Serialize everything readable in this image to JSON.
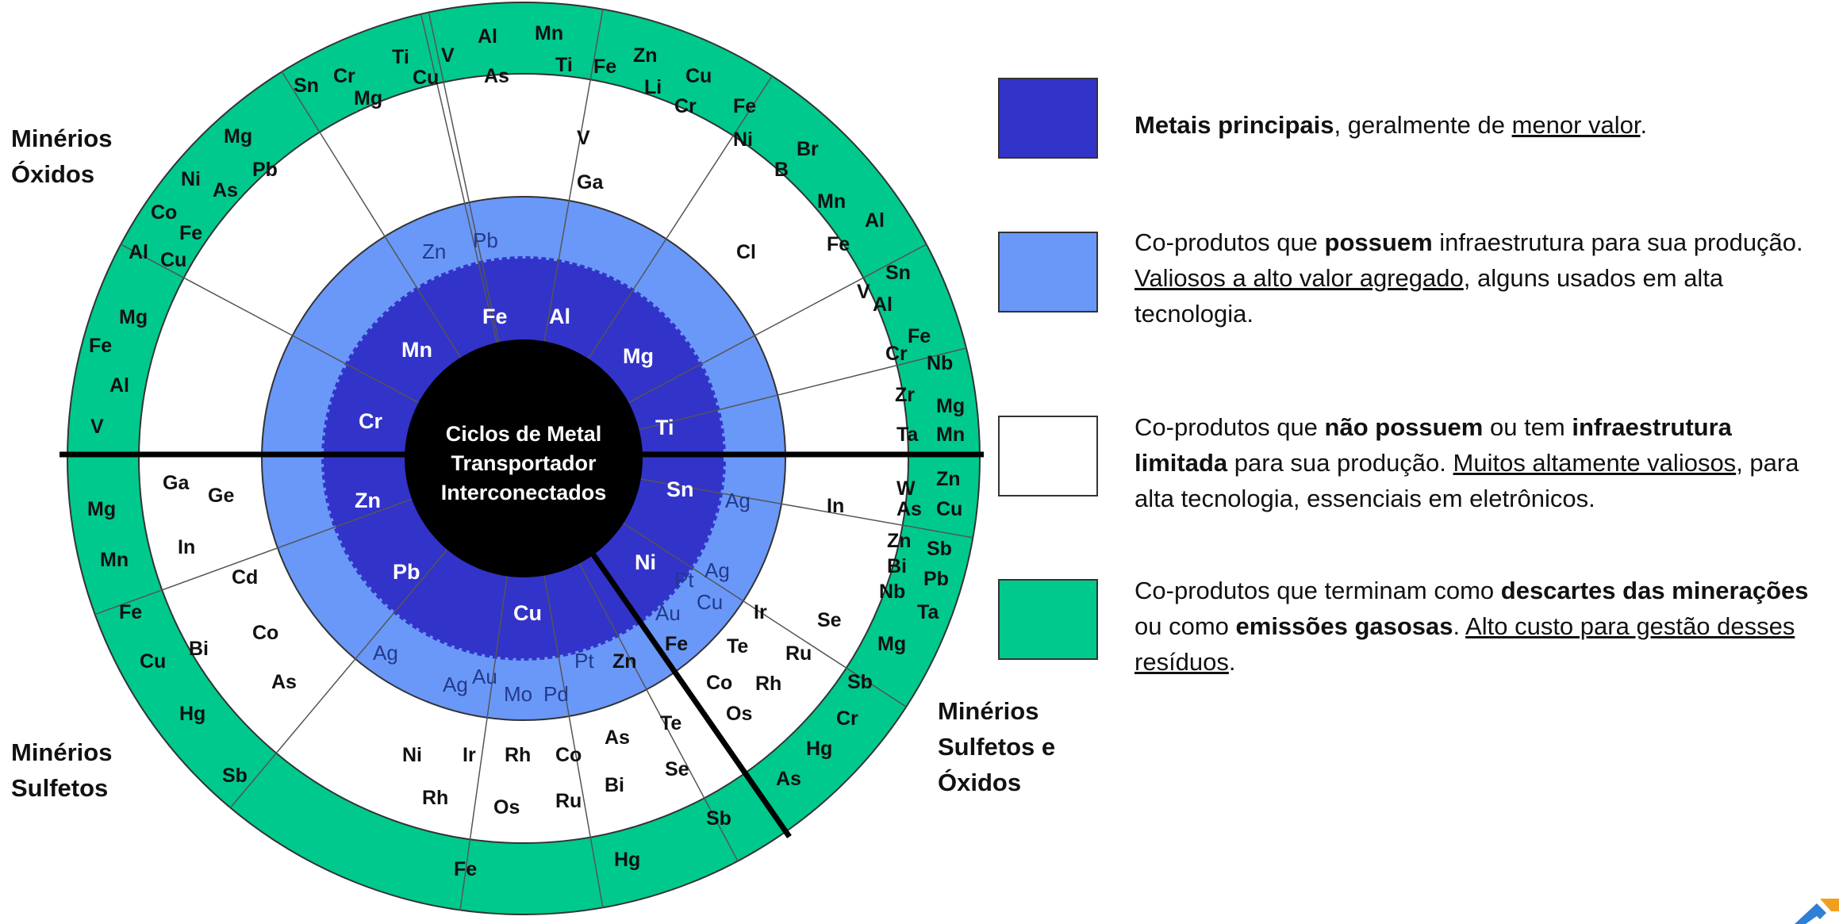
{
  "center": {
    "lines": [
      "Ciclos de Metal",
      "Transportador",
      "Interconectados"
    ]
  },
  "colors": {
    "main": "#3233c9",
    "coproduct_infra": "#6a98f8",
    "coproduct_limited": "#ffffff",
    "residue": "#00c98d",
    "core": "#000000"
  },
  "regions": {
    "oxides": [
      "Minérios",
      "Óxidos"
    ],
    "sulfides": [
      "Minérios",
      "Sulfetos"
    ],
    "sulfides_oxides": [
      "Minérios",
      "Sulfetos e",
      "Óxidos"
    ]
  },
  "wheel": {
    "main_metals": [
      "Fe",
      "Al",
      "Mg",
      "Ti",
      "Sn",
      "Ni",
      "Cu",
      "Pb",
      "Zn",
      "Cr",
      "Mn"
    ],
    "light_ring": [
      "Zn",
      "Pb",
      "Ag",
      "Ag",
      "Pt",
      "Au",
      "Cu",
      "Fe",
      "Pt",
      "Zn",
      "Ag",
      "Au",
      "Mo",
      "Pd",
      "Ag"
    ],
    "white_ring": [
      "V",
      "Ga",
      "Cl",
      "In",
      "Ga",
      "Ge",
      "In",
      "Cd",
      "Co",
      "Bi",
      "As",
      "Ir",
      "Se",
      "Te",
      "Ru",
      "Co",
      "Rh",
      "Os",
      "Te",
      "As",
      "Se",
      "Bi",
      "Ni",
      "Ir",
      "Rh",
      "Co",
      "Rh",
      "Os",
      "Ru"
    ],
    "outer_ring": [
      "Mn",
      "Ti",
      "Fe",
      "Zn",
      "Li",
      "Cu",
      "Cr",
      "Al",
      "As",
      "V",
      "Ti",
      "Cu",
      "Cr",
      "Mg",
      "Sn",
      "Mg",
      "Pb",
      "Ni",
      "As",
      "Co",
      "Fe",
      "Al",
      "Cu",
      "Fe",
      "Ni",
      "B",
      "Br",
      "Mn",
      "Al",
      "Fe",
      "Sn",
      "V",
      "Al",
      "Fe",
      "Cr",
      "Nb",
      "Zr",
      "Mg",
      "Ta",
      "Mn",
      "Mg",
      "Fe",
      "Al",
      "V",
      "W",
      "Zn",
      "As",
      "Cu",
      "Zn",
      "Sb",
      "Bi",
      "Pb",
      "Nb",
      "Ta",
      "Mg",
      "Mn",
      "Fe",
      "Cu",
      "Hg",
      "Sb",
      "Mg",
      "Sb",
      "Cr",
      "Hg",
      "As",
      "Sb",
      "Hg",
      "Fe"
    ]
  },
  "legend": [
    {
      "color": "#3233c9",
      "parts": [
        {
          "t": "Metais principais",
          "s": "b"
        },
        {
          "t": ", geralmente de ",
          "s": ""
        },
        {
          "t": "menor valor",
          "s": "u"
        },
        {
          "t": ".",
          "s": ""
        }
      ]
    },
    {
      "color": "#6a98f8",
      "parts": [
        {
          "t": "Co-produtos que ",
          "s": ""
        },
        {
          "t": "possuem",
          "s": "b"
        },
        {
          "t": " infraestrutura para sua produção. ",
          "s": ""
        },
        {
          "t": "Valiosos a alto valor agregado",
          "s": "u"
        },
        {
          "t": ", alguns usados em alta tecnologia.",
          "s": ""
        }
      ]
    },
    {
      "color": "#ffffff",
      "parts": [
        {
          "t": "Co-produtos que ",
          "s": ""
        },
        {
          "t": "não possuem",
          "s": "b"
        },
        {
          "t": " ou tem ",
          "s": ""
        },
        {
          "t": "infraestrutura limitada",
          "s": "b"
        },
        {
          "t": " para sua produção. ",
          "s": ""
        },
        {
          "t": "Muitos altamente valiosos",
          "s": "u"
        },
        {
          "t": ", para alta tecnologia, essenciais em eletrônicos.",
          "s": ""
        }
      ]
    },
    {
      "color": "#00c98d",
      "parts": [
        {
          "t": "Co-produtos que terminam como ",
          "s": ""
        },
        {
          "t": "descartes das minerações",
          "s": "b"
        },
        {
          "t": " ou como ",
          "s": ""
        },
        {
          "t": "emissões gasosas",
          "s": "b"
        },
        {
          "t": ". ",
          "s": ""
        },
        {
          "t": "Alto custo para gestão desses resíduos",
          "s": "u"
        },
        {
          "t": ".",
          "s": ""
        }
      ]
    }
  ]
}
